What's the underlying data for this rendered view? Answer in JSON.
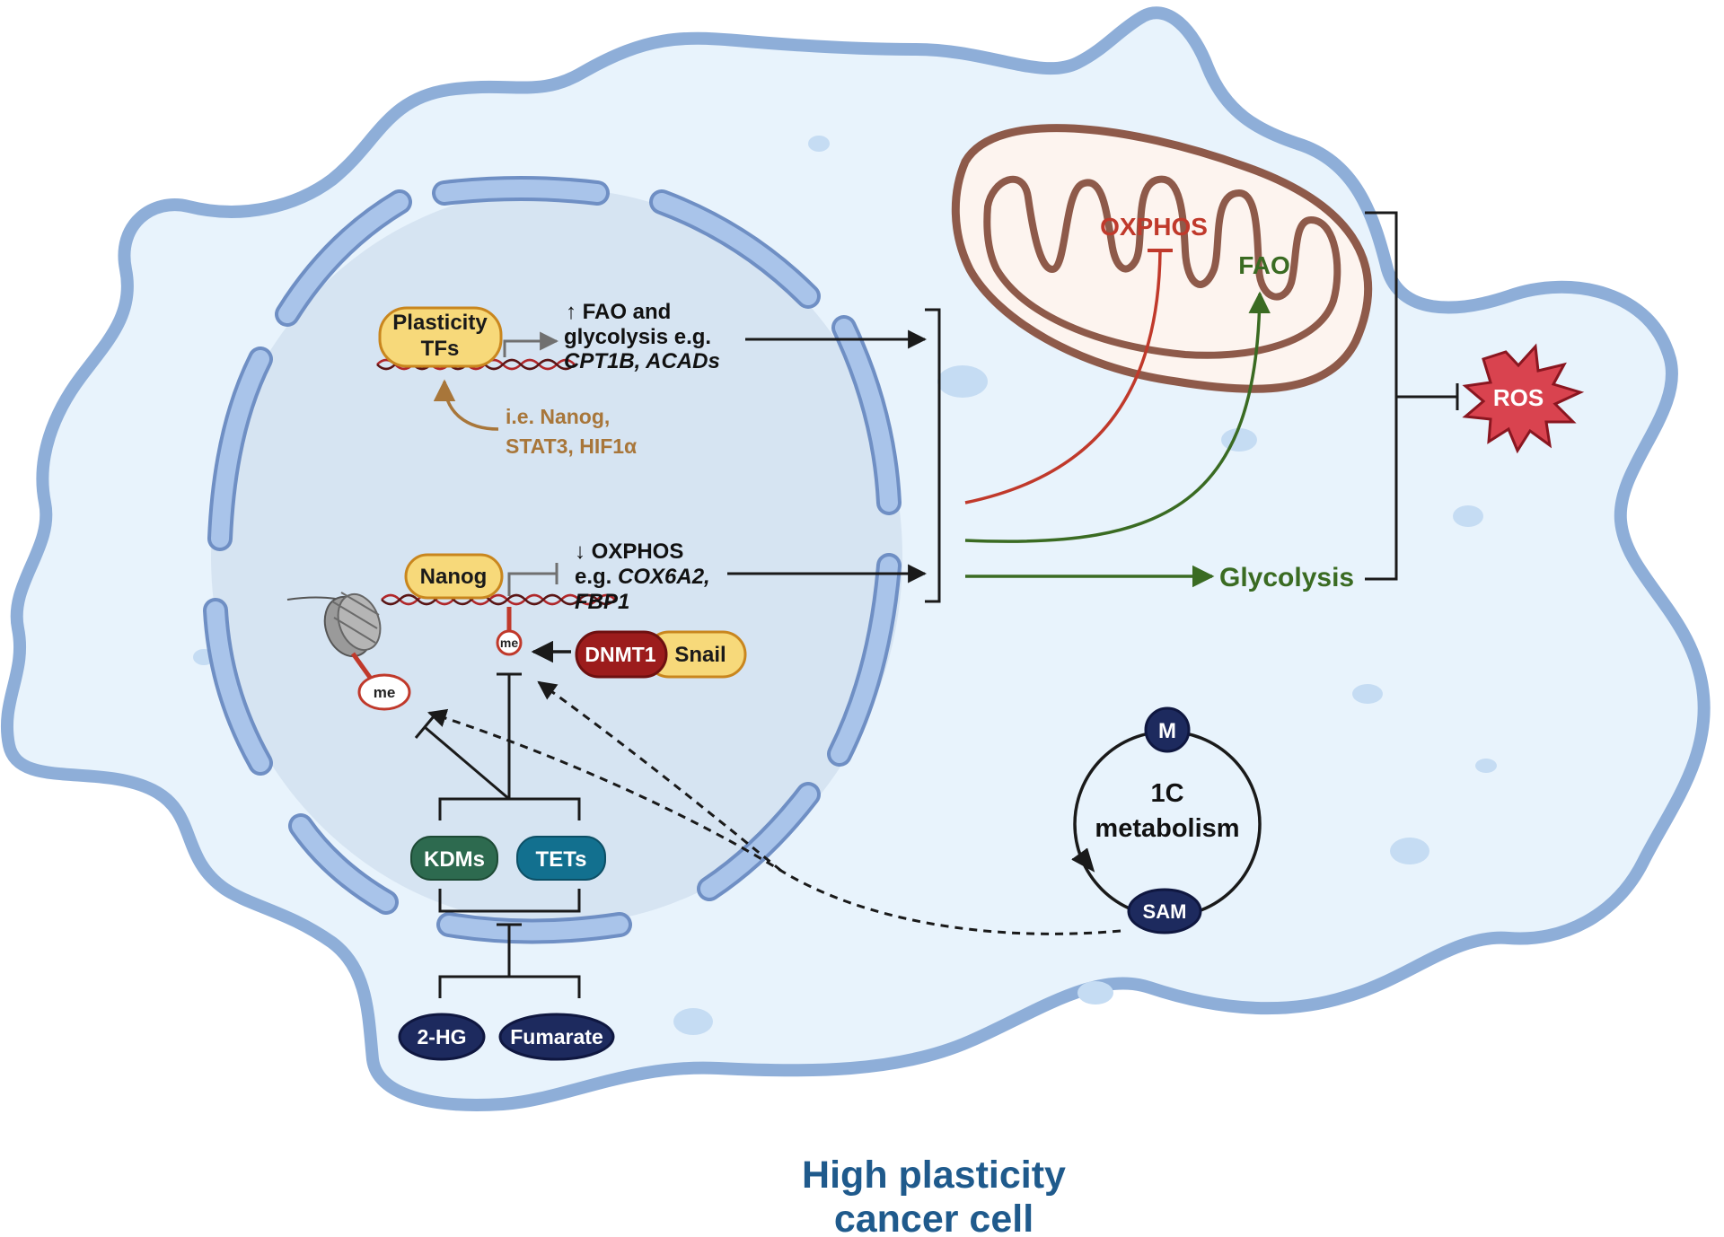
{
  "figure": {
    "title_line1": "High plasticity",
    "title_line2": "cancer cell",
    "title_color": "#1f5a8c"
  },
  "nucleus": {
    "plasticity_tfs_line1": "Plasticity",
    "plasticity_tfs_line2": "TFs",
    "fao_text_line1": "↑ FAO and",
    "fao_text_line2": "glycolysis e.g.",
    "fao_text_line3": "CPT1B, ACADs",
    "regulators_line1": "i.e. Nanog,",
    "regulators_line2": "STAT3, HIF1α",
    "nanog": "Nanog",
    "oxphos_text_line1": "↓ OXPHOS",
    "oxphos_text_line2a": "e.g. ",
    "oxphos_text_line2b": "COX6A2,",
    "oxphos_text_line3": "FBP1",
    "me_small": "me",
    "me_large": "me",
    "dnmt1": "DNMT1",
    "snail": "Snail",
    "kdms": "KDMs",
    "tets": "TETs"
  },
  "cytoplasm": {
    "two_hg": "2-HG",
    "fumarate": "Fumarate",
    "oxphos": "OXPHOS",
    "fao": "FAO",
    "glycolysis": "Glycolysis",
    "ros": "ROS",
    "cycle_m": "M",
    "cycle_label_line1": "1C",
    "cycle_label_line2": "metabolism",
    "cycle_sam": "SAM"
  },
  "colors": {
    "cell_fill": "#e8f3fc",
    "cell_border": "#8eaed8",
    "nucleus_fill": "#d6e4f2",
    "envelope": "#a9c4ea",
    "mito_outline": "#8e5a4a",
    "red_path": "#c0392b",
    "green_path": "#3a6b22",
    "tf_yellow": "#f7d97a",
    "dnmt1_red": "#9c1c1c",
    "kdm_green": "#2d6a4f",
    "tet_teal": "#12708f",
    "metabolite_navy": "#1d2a5e",
    "regulator_tan": "#a8763a"
  }
}
